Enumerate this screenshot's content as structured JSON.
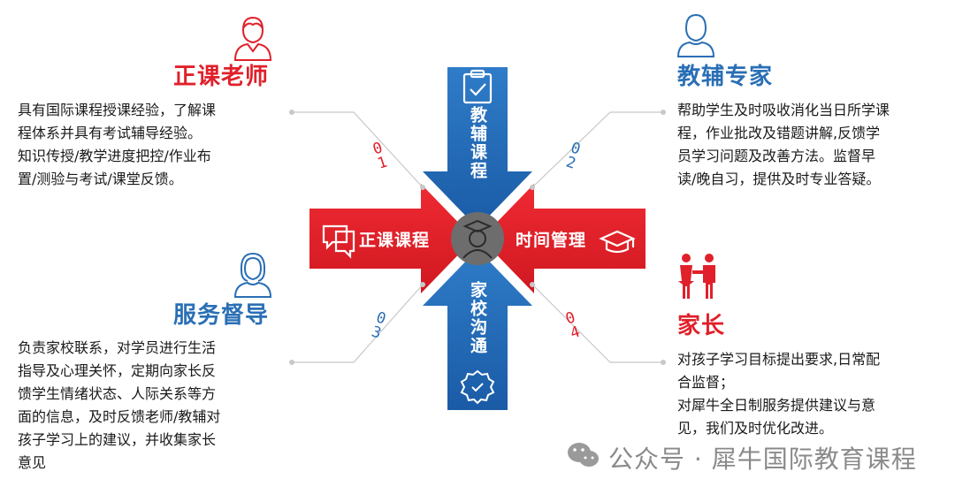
{
  "roles": {
    "teacher": {
      "title": "正课老师",
      "lines": [
        "具有国际课程授课经验，了解课",
        "程体系并具有考试辅导经验。",
        "知识传授/教学进度把控/作业布",
        "置/测验与考试/课堂反馈。"
      ],
      "number": "0\n1",
      "color": "#e0202a",
      "icon": "teacher-person-icon"
    },
    "tutor": {
      "title": "教辅专家",
      "lines": [
        "帮助学生及时吸收消化当日所学课",
        "程，作业批改及错题讲解,反馈学",
        "员学习问题及改善方法。监督早",
        "读/晚自习，提供及时专业答疑。"
      ],
      "number": "0\n2",
      "color": "#2a6fb5",
      "icon": "tutor-person-icon"
    },
    "service": {
      "title": "服务督导",
      "lines": [
        "负责家校联系，对学员进行生活",
        "指导及心理关怀，定期向家长反",
        "馈学生情绪状态、人际关系等方",
        "面的信息，及时反馈老师/教辅对",
        "孩子学习上的建议，并收集家长",
        "意见"
      ],
      "number": "0\n3",
      "color": "#2a6fb5",
      "icon": "service-person-icon"
    },
    "parent": {
      "title": "家长",
      "lines": [
        "对孩子学习目标提出要求,日常配",
        "合监督；",
        "对犀牛全日制服务提供建议与意",
        "见，我们及时优化改进。"
      ],
      "number": "0\n4",
      "color": "#e0202a",
      "icon": "parents-icon"
    }
  },
  "arrows": {
    "top": {
      "label": "教辅课程",
      "color": "#1f66b8",
      "icon": "clipboard-check-icon"
    },
    "left": {
      "label": "正课课程",
      "color": "#e0202a",
      "icon": "chat-bubbles-icon"
    },
    "right": {
      "label": "时间管理",
      "color": "#e0202a",
      "icon": "graduation-cap-icon"
    },
    "bottom": {
      "label": "家校沟通",
      "color": "#1f66b8",
      "icon": "badge-icon"
    }
  },
  "center": {
    "icon": "student-avatar-icon",
    "color": "#6d6d6d"
  },
  "watermark": {
    "text": "公众号 · 犀牛国际教育课程",
    "icon": "wechat-icon"
  }
}
